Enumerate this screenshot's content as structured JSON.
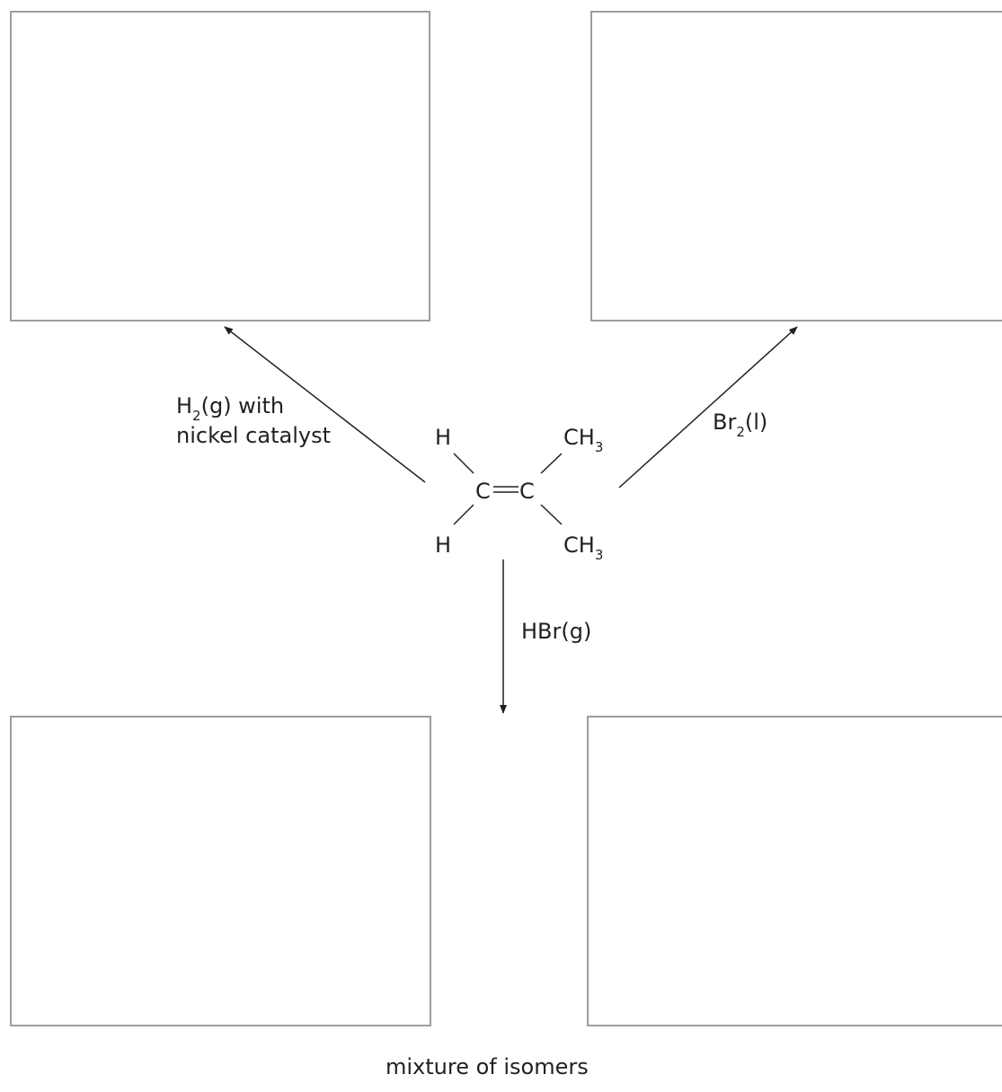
{
  "reagents": {
    "hydrogen": {
      "formula_main": "H",
      "formula_sub": "2",
      "formula_rest": "(g) with",
      "line2": "nickel catalyst"
    },
    "bromine": {
      "formula_main": "Br",
      "formula_sub": "2",
      "formula_rest": "(l)"
    },
    "hydrogen_bromide": "HBr(g)"
  },
  "molecule": {
    "h_top": "H",
    "h_bottom": "H",
    "c_left": "C",
    "c_right": "C",
    "ch3_main": "CH",
    "ch3_sub": "3"
  },
  "caption": "mixture of isomers"
}
